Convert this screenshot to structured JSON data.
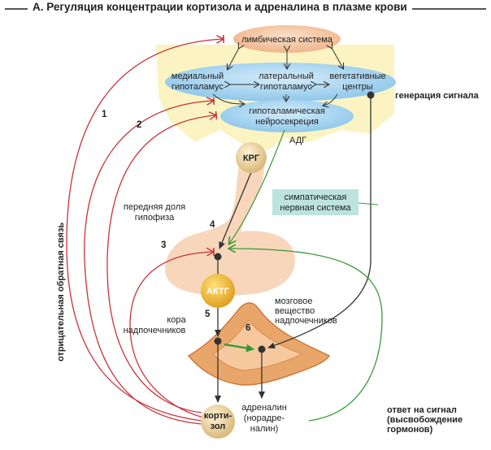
{
  "title": "А. Регуляция концентрации кортизола и адреналина в плазме крови",
  "colors": {
    "inhibition_red": "#c8323a",
    "sympathetic_green": "#3a9a3a",
    "signal_dark": "#333333",
    "hypothalamus_blue": "#9fd1ee",
    "limbic_peach": "#f2c3a0",
    "pituitary_skin": "#f6d2b4",
    "background_yellow": "#fbf4c2",
    "adrenal_orange": "#e89a58",
    "hormone_circle": "#e8d090",
    "actg_circle": "#f0c040"
  },
  "nodes": {
    "limbic": "лимбическая система",
    "medial_1": "медиальный",
    "medial_2": "гипоталамус",
    "lateral_1": "латеральный",
    "lateral_2": "гипоталамус",
    "vegetative_1": "вегетативные",
    "vegetative_2": "центры",
    "neuro_1": "гипоталамическая",
    "neuro_2": "нейросекреция",
    "adg": "АДГ",
    "krg": "КРГ",
    "sympathetic_1": "симпатическая",
    "sympathetic_2": "нервная система",
    "anterior_1": "передняя доля",
    "anterior_2": "гипофиза",
    "actg": "АКТГ",
    "cortex_1": "кора",
    "cortex_2": "надпочечников",
    "medulla_1": "мозговое",
    "medulla_2": "вещество",
    "medulla_3": "надпочечников",
    "cortisol_1": "корти-",
    "cortisol_2": "зол",
    "adrenaline_1": "адреналин",
    "adrenaline_2": "(норадре-",
    "adrenaline_3": "налин)"
  },
  "side_labels": {
    "feedback": "отрицательная обратная связь",
    "signal_generation": "генерация сигнала",
    "response_1": "ответ на сигнал",
    "response_2": "(высвобождение",
    "response_3": "гормонов)"
  },
  "numbers": [
    "1",
    "2",
    "3",
    "4",
    "5",
    "6"
  ]
}
